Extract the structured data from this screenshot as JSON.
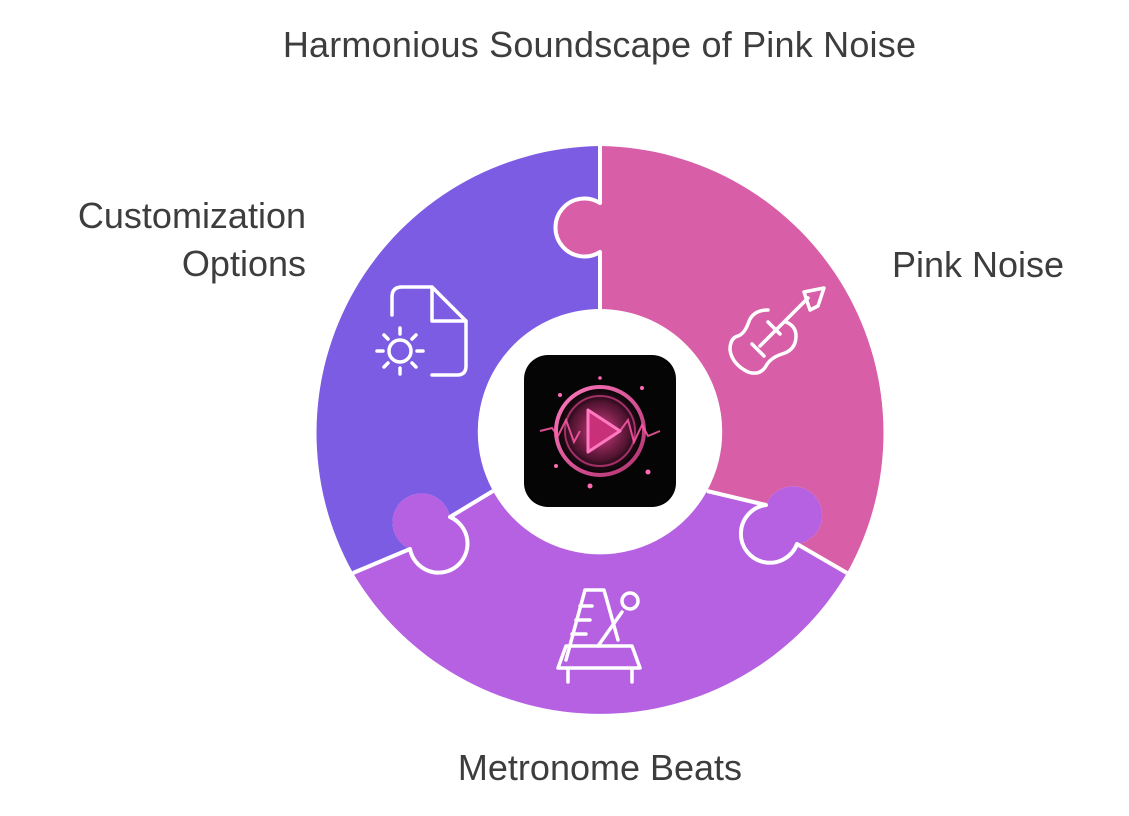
{
  "title": "Harmonious Soundscape of Pink Noise",
  "segments": {
    "customization": {
      "line1": "Customization",
      "line2": "Options",
      "color": "#7b5ce3",
      "icon": "file-settings-icon"
    },
    "pink_noise": {
      "label": "Pink Noise",
      "color": "#d85ea8",
      "icon": "guitar-icon"
    },
    "metronome": {
      "label": "Metronome Beats",
      "color": "#b660e2",
      "icon": "metronome-icon"
    }
  },
  "center": {
    "icon": "play-button-app-icon"
  }
}
